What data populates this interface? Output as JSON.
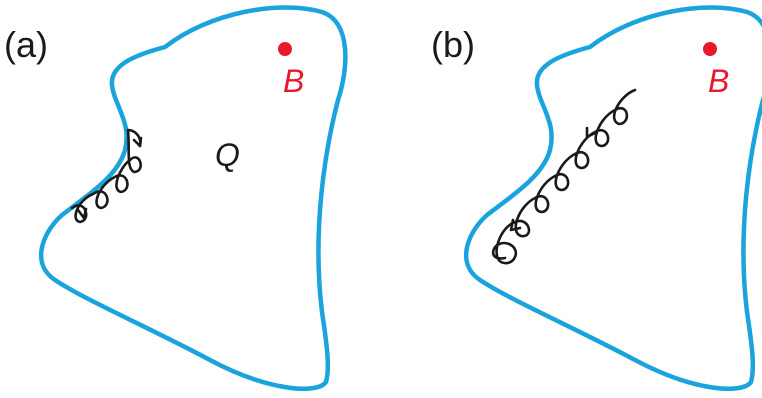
{
  "panels": [
    {
      "label": "(a)",
      "point_label": "B",
      "region_label": "Q"
    },
    {
      "label": "(b)",
      "point_label": "B"
    }
  ],
  "colors": {
    "boundary": "#1aa3dc",
    "point": "#e8192c",
    "curl": "#1a1a1a"
  }
}
